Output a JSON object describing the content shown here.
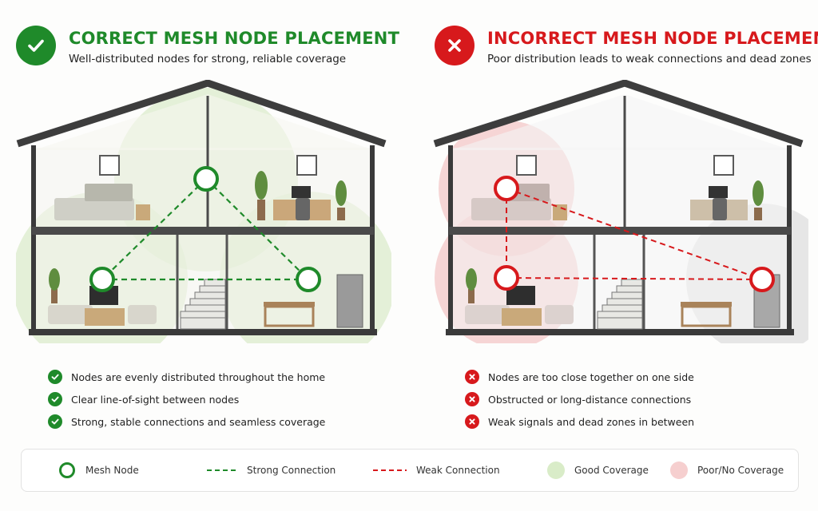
{
  "colors": {
    "good": "#1f8a2a",
    "bad": "#d7191c",
    "good_coverage": "#d9ecc8",
    "poor_coverage": "#f6cfcf"
  },
  "correct": {
    "status_icon": "check-icon",
    "title": "CORRECT MESH NODE PLACEMENT",
    "subtitle": "Well-distributed nodes for strong, reliable coverage",
    "bullets": [
      "Nodes are evenly distributed throughout the home",
      "Clear line-of-sight between nodes",
      "Strong, stable connections and seamless coverage"
    ]
  },
  "incorrect": {
    "status_icon": "x-icon",
    "title": "INCORRECT MESH NODE PLACEMENT",
    "subtitle": "Poor distribution leads to weak connections and dead zones",
    "bullets": [
      "Nodes are too close together on one side",
      "Obstructed or long-distance connections",
      "Weak signals and dead zones in between"
    ]
  },
  "legend": {
    "mesh_node": "Mesh Node",
    "strong_connection": "Strong Connection",
    "weak_connection": "Weak Connection",
    "good_coverage": "Good Coverage",
    "poor_coverage": "Poor/No Coverage"
  }
}
